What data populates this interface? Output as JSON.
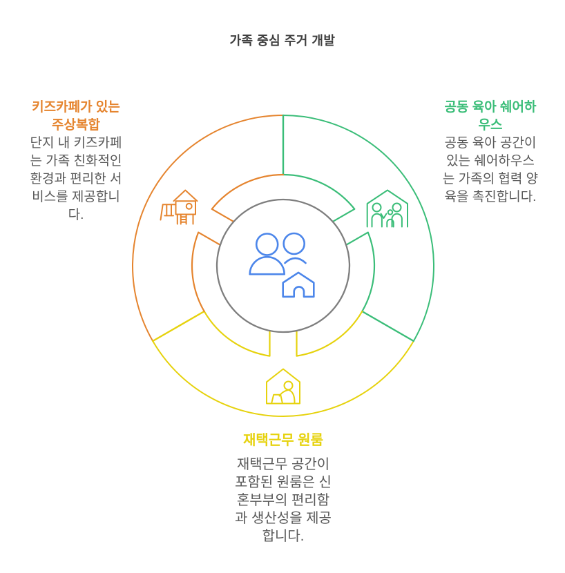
{
  "title": "가족 중심 주거 개발",
  "colors": {
    "orange": "#E5842E",
    "green": "#3ABD78",
    "yellow": "#E6D20D",
    "blue": "#4C86EA",
    "circle_gray": "#7E7E7E",
    "title_gray": "#3F3F3F",
    "body_gray": "#595959"
  },
  "center": {
    "icon": "family-home-icon"
  },
  "sections": {
    "kids_cafe": {
      "icon": "playground-icon",
      "heading_lines": [
        "키즈카페가 있는",
        "주상복합"
      ],
      "body_lines": [
        "단지 내 키즈카페",
        "는 가족 친화적인",
        "환경과 편리한 서",
        "비스를 제공합니",
        "다."
      ]
    },
    "shared_childcare": {
      "icon": "family-house-icon",
      "heading_lines": [
        "공동 육아 쉐어하",
        "우스"
      ],
      "body_lines": [
        "공동 육아 공간이",
        "있는 쉐어하우스",
        "는 가족의 협력 양",
        "육을 촉진합니다."
      ]
    },
    "wfh_studio": {
      "icon": "wfh-house-icon",
      "heading_lines": [
        "재택근무 원룸"
      ],
      "body_lines": [
        "재택근무 공간이",
        "포함된 원룸은 신",
        "혼부부의 편리함",
        "과 생산성을 제공",
        "합니다."
      ]
    }
  }
}
